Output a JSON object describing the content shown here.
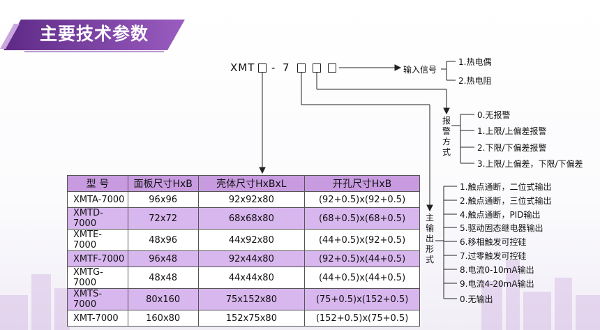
{
  "section_title": "主要技术参数",
  "model_code": {
    "prefix": "XMT",
    "dash": "-",
    "digit": "7"
  },
  "input_signal": {
    "label": "输入信号",
    "options": [
      "1.热电偶",
      "2.热电阻"
    ]
  },
  "alarm": {
    "label": "报警方式",
    "options": [
      "0.无报警",
      "1.上限/上偏差报警",
      "2.下限/下偏差报警",
      "3.上限/上偏差，下限/下偏差"
    ]
  },
  "main_output": {
    "label": "主输出形式",
    "options": [
      "1.触点通断，二位式输出",
      "2.触点通断，三位式输出",
      "4.触点通断，PID输出",
      "5.驱动固态继电器输出",
      "6.移相触发可控硅",
      "7.过零触发可控硅",
      "8.电流0-10mA输出",
      "9.电流4-20mA输出",
      "0.无输出"
    ]
  },
  "table": {
    "headers": [
      "型 号",
      "面板尺寸HxB",
      "壳体尺寸HxBxL",
      "开孔尺寸HxB"
    ],
    "rows": [
      [
        "XMTA-7000",
        "96x96",
        "92x92x80",
        "(92+0.5)x(92+0.5)"
      ],
      [
        "XMTD-7000",
        "72x72",
        "68x68x80",
        "(68+0.5)x(68+0.5)"
      ],
      [
        "XMTE-7000",
        "48x96",
        "44x92x80",
        "(44+0.5)x(92+0.5)"
      ],
      [
        "XMTF-7000",
        "96x48",
        "92x44x80",
        "(92+0.5)x(44+0.5)"
      ],
      [
        "XMTG-7000",
        "48x48",
        "44x44x80",
        "(44+0.5)x(44+0.5)"
      ],
      [
        "XMTS-7000",
        "80x160",
        "75x152x80",
        "(75+0.5)x(152+0.5)"
      ],
      [
        "XMT-7000",
        "160x80",
        "152x75x80",
        "(152+0.5)x(75+0.5)"
      ]
    ]
  },
  "colors": {
    "banner": "#7b3f9e",
    "header_row": "#c89be0",
    "stripe_row": "#d8b6ee"
  }
}
